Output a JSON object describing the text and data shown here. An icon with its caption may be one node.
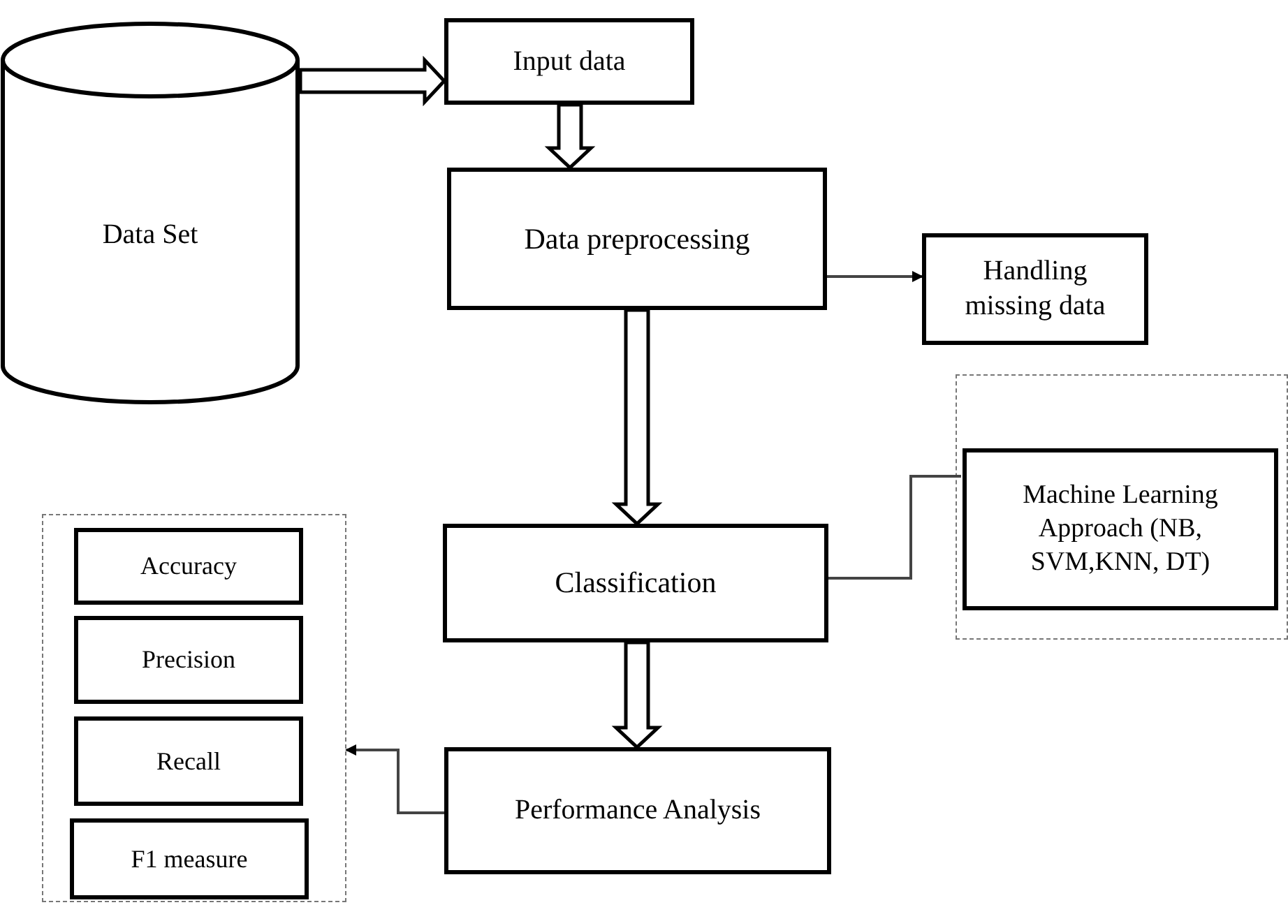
{
  "diagram": {
    "nodes": [
      {
        "text": [
          "Data Set"
        ]
      },
      {
        "text": [
          "Input data"
        ]
      },
      {
        "text": [
          "Data preprocessing"
        ]
      },
      {
        "text": [
          "Handling missing data"
        ]
      },
      {
        "text": [],
        "shape": "box"
      },
      {
        "text": [
          "Accuracy"
        ],
        "in": 4
      },
      {
        "text": [
          "Precision"
        ],
        "in": 4
      },
      {
        "text": [
          "Recall"
        ],
        "in": 4
      },
      {
        "text": [
          "F1 measure"
        ],
        "in": 4
      },
      {
        "text": [],
        "shape": "box"
      },
      {
        "text": [
          "Machine Learning Approach (NB, SVM,KNN, DT)"
        ],
        "in": 9
      },
      {
        "text": [
          "Classification"
        ]
      },
      {
        "text": [
          "Performance Analysis"
        ]
      }
    ],
    "edges": [
      {
        "from": 0,
        "to": 1,
        "arrow": "to",
        "style": "thick"
      },
      {
        "from": 1,
        "to": 2,
        "arrow": "to",
        "style": "thick"
      },
      {
        "from": 2,
        "to": 3,
        "arrow": "to"
      },
      {
        "from": 2,
        "to": 11,
        "arrow": "to",
        "style": "thick"
      },
      {
        "from": 11,
        "to": 10,
        "arrow": "none"
      },
      {
        "from": 11,
        "to": 12,
        "arrow": "to",
        "style": "thick"
      },
      {
        "from": 12,
        "to": 4,
        "arrow": "to"
      }
    ]
  }
}
